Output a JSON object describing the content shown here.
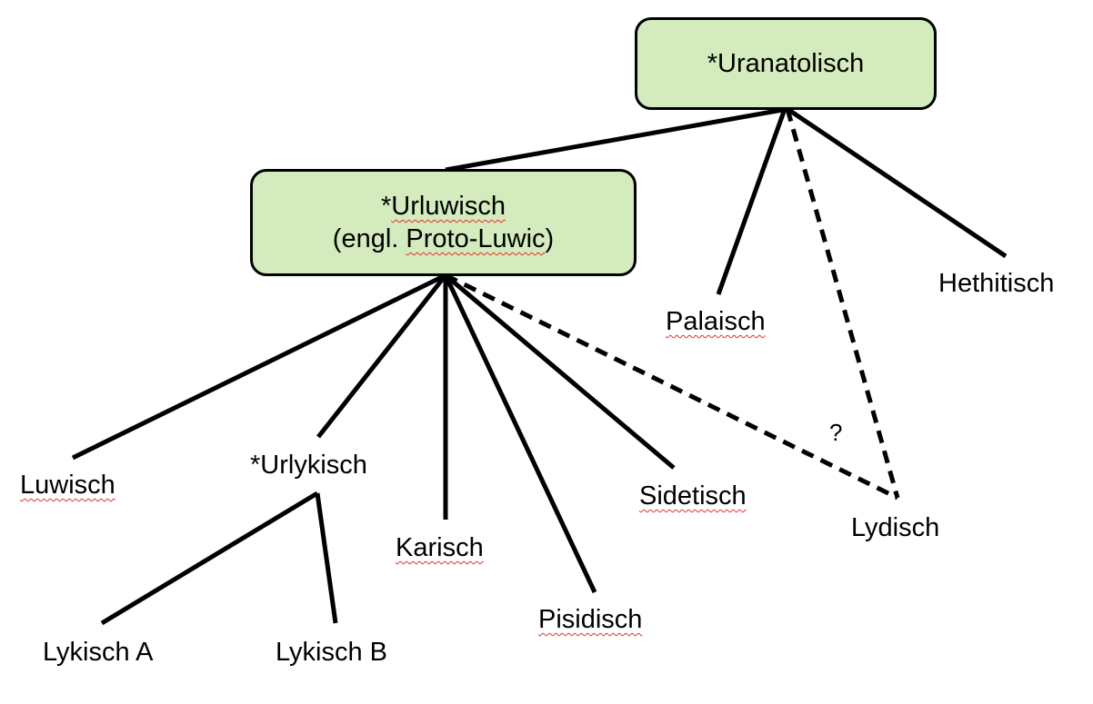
{
  "nodes": {
    "uranatolisch": {
      "label": "*Uranatolisch"
    },
    "urluwisch": {
      "prefix": "*",
      "label": "Urluwisch",
      "sub_before": "(engl. ",
      "sub_mark": "Proto-Luwic",
      "sub_after": ")"
    },
    "palaisch": {
      "label": "Palaisch"
    },
    "hethitisch": {
      "label": "Hethitisch"
    },
    "luwisch": {
      "label": "Luwisch"
    },
    "urlykisch": {
      "label": "*Urlykisch"
    },
    "karisch": {
      "label": "Karisch"
    },
    "pisidisch": {
      "label": "Pisidisch"
    },
    "sidetisch": {
      "label": "Sidetisch"
    },
    "lydisch": {
      "label": "Lydisch"
    },
    "lykisch_a": {
      "label": "Lykisch A"
    },
    "lykisch_b": {
      "label": "Lykisch B"
    }
  },
  "uncertain_marker": "?"
}
